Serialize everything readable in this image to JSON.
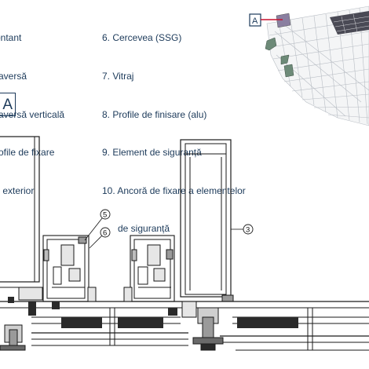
{
  "legend": {
    "items_left": [
      "ontant",
      "raversă",
      "raversă verticală",
      "rofile de fixare",
      "c exterior"
    ],
    "items_right": [
      "6. Cercevea (SSG)",
      "7. Vitraj",
      "8. Profile de finisare (alu)",
      "9. Element de siguranță",
      "10. Ancoră de fixare a elementelor",
      "      de siguranță"
    ]
  },
  "section_label": "A",
  "inset_label": "A",
  "callouts": {
    "c5": "5",
    "c6": "6",
    "c3": "3"
  },
  "colors": {
    "line": "#1c3a5a",
    "accent": "#c8102e",
    "inset_grid": "#b8bdc4",
    "inset_dark": "#4a4a55",
    "inset_green": "#6d8a78"
  }
}
